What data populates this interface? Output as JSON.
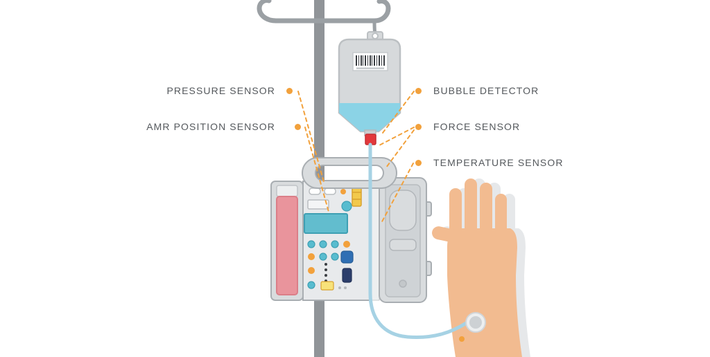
{
  "labels": {
    "pressure_sensor": "PRESSURE SENSOR",
    "amr_position_sensor": "AMR POSITION SENSOR",
    "bubble_detector": "BUBBLE DETECTOR",
    "force_sensor": "FORCE SENSOR",
    "temperature_sensor": "TEMPERATURE SENSOR"
  },
  "colors": {
    "accent_orange": "#F2A13C",
    "label_text": "#54585C",
    "tube_blue": "#A6D2E4",
    "liquid_blue": "#8BD3E6",
    "device_gray": "#D9DCDE",
    "outline_gray": "#A9AEB2",
    "pole_gray": "#909498",
    "connector_red": "#E2383C",
    "cartridge_pink": "#E9949C",
    "skin": "#F2BB90",
    "shadow_gray": "#E6E8EA",
    "display_teal": "#62BDCE"
  }
}
